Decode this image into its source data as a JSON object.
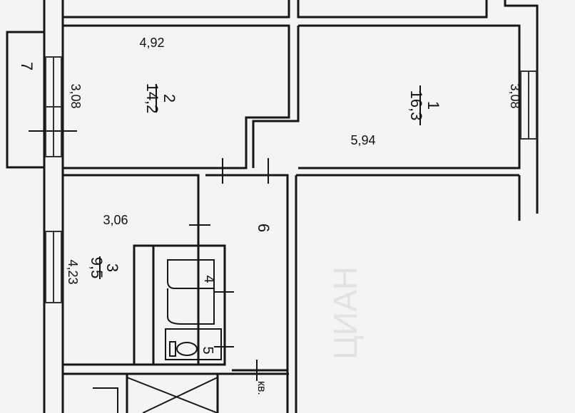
{
  "rooms": [
    {
      "id": "1",
      "area": "16,3",
      "dim_a": "5,94",
      "dim_b": "3,08"
    },
    {
      "id": "2",
      "area": "14,2",
      "dim_a": "4,92",
      "dim_b": "3,08"
    },
    {
      "id": "3",
      "area": "9,5",
      "dim_a": "3,06",
      "dim_b": "4,23"
    },
    {
      "id": "4"
    },
    {
      "id": "5"
    },
    {
      "id": "6"
    },
    {
      "id": "7"
    }
  ],
  "partial_label": "кв.",
  "watermark": "ЦИАН",
  "colors": {
    "paper": "#f4f4f4",
    "line": "#161616",
    "hatch": "#333333"
  }
}
